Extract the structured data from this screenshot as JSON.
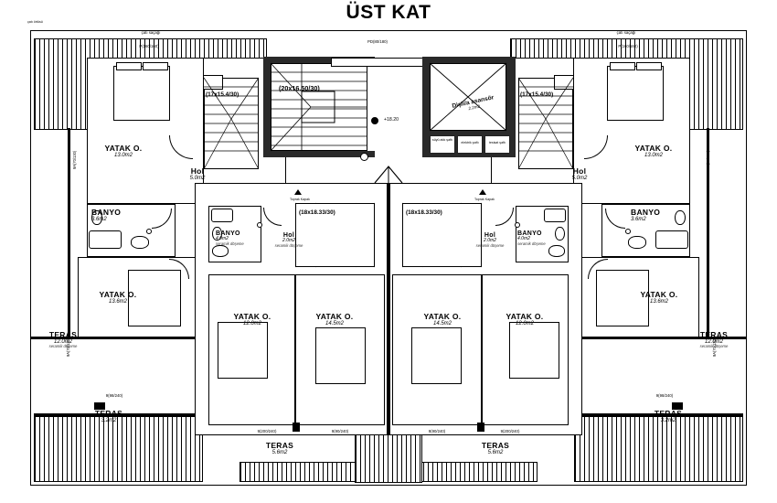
{
  "drawing": {
    "title": "ÜST KAT",
    "type": "architectural-floor-plan",
    "level_mark": "+18.20"
  },
  "core": {
    "main_stair_label": "(20x16.50/30)",
    "entry_door_label": "PD(80/180)",
    "elevator": {
      "name": "Dişli/a asansör",
      "area": "2.2m2"
    },
    "shafts": [
      {
        "label": "süyü atık şaftı"
      },
      {
        "label": "elektrik şaftı"
      },
      {
        "label": "tesisat şaftı"
      }
    ]
  },
  "units": {
    "left_outer": {
      "stair_label": "(17x15.4/30)",
      "window_top": "P(160/160)",
      "rooms": [
        {
          "name": "YATAK O.",
          "area": "13.0m2"
        },
        {
          "name": "Hol",
          "area": "5.0m2"
        },
        {
          "name": "BANYO",
          "area": "3.6m2"
        },
        {
          "name": "YATAK O.",
          "area": "13.6m2"
        },
        {
          "name": "TERAS",
          "area": "12.0m2",
          "sub": "seramik döşeme"
        },
        {
          "name": "TERAS",
          "area": "3.2m2"
        }
      ],
      "window_bottom": "9(98/240)"
    },
    "right_outer": {
      "stair_label": "(17x15.4/30)",
      "window_top": "P(160/160)",
      "rooms": [
        {
          "name": "YATAK O.",
          "area": "13.0m2"
        },
        {
          "name": "Hol",
          "area": "5.0m2"
        },
        {
          "name": "BANYO",
          "area": "3.6m2"
        },
        {
          "name": "YATAK O.",
          "area": "13.6m2"
        },
        {
          "name": "TERAS",
          "area": "12.0m2",
          "sub": "seramik döşeme"
        },
        {
          "name": "TERAS",
          "area": "3.2m2"
        }
      ],
      "window_bottom": "9(98/240)"
    },
    "left_inner": {
      "stair_label": "(18x18.33/30)",
      "rooms": [
        {
          "name": "BANYO",
          "area": "4.0m2",
          "sub": "seramik döşeme"
        },
        {
          "name": "Hol",
          "area": "2.0m2",
          "sub": "seramik döşeme"
        },
        {
          "name": "YATAK O.",
          "area": "12.0m2"
        },
        {
          "name": "YATAK O.",
          "area": "14.5m2"
        },
        {
          "name": "TERAS",
          "area": "5.6m2"
        }
      ],
      "windows": [
        "9(200/240)",
        "9(90/240)"
      ],
      "stair_note": "Toprak Kapak"
    },
    "right_inner": {
      "stair_label": "(18x18.33/30)",
      "rooms": [
        {
          "name": "BANYO",
          "area": "4.0m2",
          "sub": "seramik döşeme"
        },
        {
          "name": "Hol",
          "area": "2.0m2",
          "sub": "seramik döşeme"
        },
        {
          "name": "YATAK O.",
          "area": "14.5m2"
        },
        {
          "name": "YATAK O.",
          "area": "12.0m2"
        },
        {
          "name": "TERAS",
          "area": "5.6m2"
        }
      ],
      "windows": [
        "9(90/240)",
        "9(200/240)"
      ],
      "stair_note": "Toprak Kapak"
    }
  },
  "annotations": {
    "eaves_note": "çatı saçağı",
    "roof_note": "çatı örtüsü",
    "side_window": "9(98/240)",
    "vertical_dim": "9A(70/130)"
  },
  "colors": {
    "line": "#000000",
    "fill_dark": "#2a2a2a",
    "paper": "#ffffff"
  }
}
